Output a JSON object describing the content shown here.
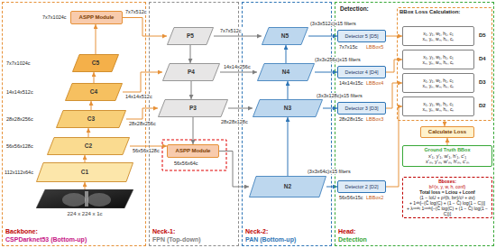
{
  "diagram": {
    "nodes": [
      {
        "text": [
          "Backbone:",
          "CSPDarknet53 (Bottom-up)"
        ]
      },
      {
        "text": [
          "C5"
        ],
        "in": 0
      },
      {
        "text": [
          "C4"
        ],
        "in": 0
      },
      {
        "text": [
          "C3"
        ],
        "in": 0
      },
      {
        "text": [
          "C2"
        ],
        "in": 0
      },
      {
        "text": [
          "C1"
        ],
        "in": 0
      },
      {
        "text": [
          "224 x 224 x 1c"
        ],
        "in": 0
      },
      {
        "text": [
          "ASPP Module"
        ],
        "in": 0
      },
      {
        "text": [
          "Neck-1:",
          "FPN (Top-down)"
        ]
      },
      {
        "text": [
          "P5"
        ],
        "in": 8
      },
      {
        "text": [
          "P4"
        ],
        "in": 8
      },
      {
        "text": [
          "P3"
        ],
        "in": 8
      },
      {
        "text": [
          "ASPP Module"
        ],
        "in": 8
      },
      {
        "text": [
          "Neck-2:",
          "PAN (Bottom-up)"
        ]
      },
      {
        "text": [
          "N5"
        ],
        "in": 13
      },
      {
        "text": [
          "N4"
        ],
        "in": 13
      },
      {
        "text": [
          "N3"
        ],
        "in": 13
      },
      {
        "text": [
          "N2"
        ],
        "in": 13
      },
      {
        "text": [
          "Head:",
          "Detection"
        ]
      },
      {
        "text": [
          "Detector 5 [D5]"
        ],
        "in": 18
      },
      {
        "text": [
          "Detector 4 [D4]"
        ],
        "in": 18
      },
      {
        "text": [
          "Detector 3 [D3]"
        ],
        "in": 18
      },
      {
        "text": [
          "Detector 2 [D2]"
        ],
        "in": 18
      },
      {
        "text": [
          "BBox Loss Calculation:"
        ],
        "in": 18
      },
      {
        "text": [
          "x₁, y₁, w₁, h₁, c₁",
          "xₙ, yₙ, wₙ, hₙ, cₙ"
        ],
        "in": 23
      },
      {
        "text": [
          "x₁, y₁, w₁, h₁, c₁",
          "xₙ, yₙ, wₙ, hₙ, cₙ"
        ],
        "in": 23
      },
      {
        "text": [
          "x₁, y₁, w₁, h₁, c₁",
          "xₙ, yₙ, wₙ, hₙ, cₙ"
        ],
        "in": 23
      },
      {
        "text": [
          "x₁, y₁, w₁, h₁, c₁",
          "xₙ, yₙ, wₙ, hₙ, cₙ"
        ],
        "in": 23
      },
      {
        "text": [
          "Calculate Loss"
        ],
        "in": 18
      },
      {
        "text": [
          "Ground Truth BBox",
          "x'₁, y'₁, w'₁, h'₁, c'₁",
          "x'ₘ, y'ₘ, w'ₘ, h'ₘ, c'ₘ"
        ],
        "in": 18
      },
      {
        "text": [
          "Bboxes:",
          "bᵢᴰ(x, y, w, h, conf)",
          "Total loss = Lciou + Lconf",
          "(1 − IoU + ρ²(b, bᵍᵗ)/c² + αv)",
          "+ 1ᵒᵇʲ[−(Ĉ log(C) + (1 − Ĉ) log(1 − C))]",
          "+ λⁿᵒᵒᵇʲ 1ⁿᵒᵒᵇʲ[−(Ĉ log(C) + (1 − Ĉ) log(1 − C))]"
        ],
        "in": 18
      }
    ],
    "edges": [
      {
        "from": 6,
        "to": 5,
        "arrow": "to"
      },
      {
        "from": 5,
        "to": 4,
        "arrow": "to"
      },
      {
        "from": 4,
        "to": 3,
        "arrow": "to"
      },
      {
        "from": 3,
        "to": 2,
        "arrow": "to"
      },
      {
        "from": 2,
        "to": 1,
        "arrow": "to"
      },
      {
        "from": 1,
        "to": 7,
        "arrow": "to"
      },
      {
        "from": 7,
        "to": 9,
        "label": "7x7x512c",
        "arrow": "to"
      },
      {
        "from": 2,
        "to": 10,
        "label": "14x14x512c",
        "arrow": "to"
      },
      {
        "from": 3,
        "to": 11,
        "label": "28x28x256c",
        "arrow": "to"
      },
      {
        "from": 4,
        "to": 12,
        "label": "56x56x128c",
        "arrow": "to"
      },
      {
        "from": 9,
        "to": 10,
        "arrow": "to"
      },
      {
        "from": 10,
        "to": 11,
        "arrow": "to"
      },
      {
        "from": 11,
        "to": 12,
        "arrow": "to"
      },
      {
        "from": 9,
        "to": 14,
        "label": "7x7x512c",
        "arrow": "to"
      },
      {
        "from": 10,
        "to": 15,
        "label": "14x14x256c",
        "arrow": "to"
      },
      {
        "from": 11,
        "to": 16,
        "label": "28x28x128c",
        "arrow": "to"
      },
      {
        "from": 12,
        "to": 17,
        "arrow": "to"
      },
      {
        "from": 17,
        "to": 16,
        "arrow": "to"
      },
      {
        "from": 16,
        "to": 15,
        "arrow": "to"
      },
      {
        "from": 15,
        "to": 14,
        "arrow": "to"
      },
      {
        "from": 14,
        "to": 19,
        "label": "(3x3x512c)x15 filters",
        "arrow": "to"
      },
      {
        "from": 15,
        "to": 20,
        "label": "(3x3x256c)x15 filters",
        "arrow": "to"
      },
      {
        "from": 16,
        "to": 21,
        "label": "(3x3x128c)x15 filters",
        "arrow": "to"
      },
      {
        "from": 17,
        "to": 22,
        "label": "(3x3x64c)x15 filters",
        "arrow": "to"
      },
      {
        "from": 19,
        "to": 24,
        "label": "LBBox5",
        "arrow": "to"
      },
      {
        "from": 20,
        "to": 25,
        "label": "LBBox4",
        "arrow": "to"
      },
      {
        "from": 21,
        "to": 26,
        "label": "LBBox3",
        "arrow": "to"
      },
      {
        "from": 22,
        "to": 27,
        "label": "LBBox2",
        "arrow": "to"
      },
      {
        "from": 23,
        "to": 28,
        "arrow": "to"
      },
      {
        "from": 29,
        "to": 28,
        "arrow": "to"
      }
    ],
    "labels": [
      "7x7x1024c",
      "7x7x1024c",
      "14x14x512c",
      "28x28x256c",
      "56x56x128c",
      "112x112x64c",
      "56x56x64c",
      "Detection:",
      "7x7x15c",
      "14x14x15c",
      "28x28x15c",
      "56x56x15c",
      "D5",
      "D4",
      "D3",
      "D2"
    ]
  }
}
